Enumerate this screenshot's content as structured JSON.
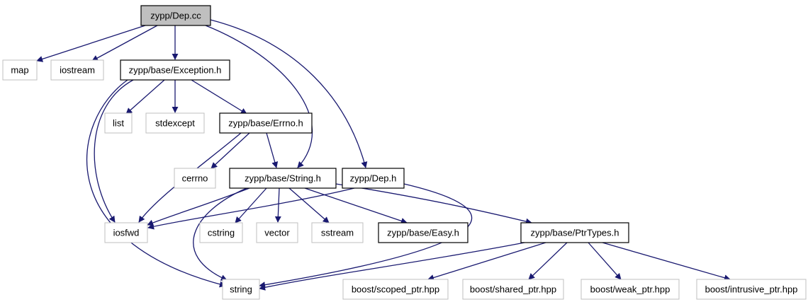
{
  "graph": {
    "colors": {
      "edge": "#191970",
      "node_border_dark": "#000000",
      "node_border_light": "#bfbfbf",
      "root_fill": "#bfbfbf",
      "text": "#000000"
    },
    "nodes": [
      {
        "id": "dep_cc",
        "label": "zypp/Dep.cc",
        "style": "root"
      },
      {
        "id": "map",
        "label": "map",
        "style": "light"
      },
      {
        "id": "iostream",
        "label": "iostream",
        "style": "light"
      },
      {
        "id": "exception_h",
        "label": "zypp/base/Exception.h",
        "style": "dark"
      },
      {
        "id": "list",
        "label": "list",
        "style": "light"
      },
      {
        "id": "stdexcept",
        "label": "stdexcept",
        "style": "light"
      },
      {
        "id": "errno_h",
        "label": "zypp/base/Errno.h",
        "style": "dark"
      },
      {
        "id": "cerrno",
        "label": "cerrno",
        "style": "light"
      },
      {
        "id": "string_h",
        "label": "zypp/base/String.h",
        "style": "dark"
      },
      {
        "id": "dep_h",
        "label": "zypp/Dep.h",
        "style": "dark"
      },
      {
        "id": "iosfwd",
        "label": "iosfwd",
        "style": "light"
      },
      {
        "id": "cstring",
        "label": "cstring",
        "style": "light"
      },
      {
        "id": "vector",
        "label": "vector",
        "style": "light"
      },
      {
        "id": "sstream",
        "label": "sstream",
        "style": "light"
      },
      {
        "id": "easy_h",
        "label": "zypp/base/Easy.h",
        "style": "dark"
      },
      {
        "id": "ptrtypes_h",
        "label": "zypp/base/PtrTypes.h",
        "style": "dark"
      },
      {
        "id": "string",
        "label": "string",
        "style": "light"
      },
      {
        "id": "scoped_ptr",
        "label": "boost/scoped_ptr.hpp",
        "style": "light"
      },
      {
        "id": "shared_ptr",
        "label": "boost/shared_ptr.hpp",
        "style": "light"
      },
      {
        "id": "weak_ptr",
        "label": "boost/weak_ptr.hpp",
        "style": "light"
      },
      {
        "id": "intrusive_ptr",
        "label": "boost/intrusive_ptr.hpp",
        "style": "light"
      }
    ],
    "edges": [
      [
        "dep_cc",
        "map"
      ],
      [
        "dep_cc",
        "iostream"
      ],
      [
        "dep_cc",
        "exception_h"
      ],
      [
        "dep_cc",
        "string_h"
      ],
      [
        "dep_cc",
        "dep_h"
      ],
      [
        "exception_h",
        "list"
      ],
      [
        "exception_h",
        "stdexcept"
      ],
      [
        "exception_h",
        "errno_h"
      ],
      [
        "exception_h",
        "iosfwd"
      ],
      [
        "exception_h",
        "string"
      ],
      [
        "errno_h",
        "cerrno"
      ],
      [
        "errno_h",
        "string_h"
      ],
      [
        "errno_h",
        "iosfwd"
      ],
      [
        "string_h",
        "iosfwd"
      ],
      [
        "string_h",
        "cstring"
      ],
      [
        "string_h",
        "vector"
      ],
      [
        "string_h",
        "sstream"
      ],
      [
        "string_h",
        "easy_h"
      ],
      [
        "string_h",
        "ptrtypes_h"
      ],
      [
        "string_h",
        "string"
      ],
      [
        "dep_h",
        "iosfwd"
      ],
      [
        "dep_h",
        "string"
      ],
      [
        "ptrtypes_h",
        "string"
      ],
      [
        "ptrtypes_h",
        "scoped_ptr"
      ],
      [
        "ptrtypes_h",
        "shared_ptr"
      ],
      [
        "ptrtypes_h",
        "weak_ptr"
      ],
      [
        "ptrtypes_h",
        "intrusive_ptr"
      ]
    ]
  }
}
